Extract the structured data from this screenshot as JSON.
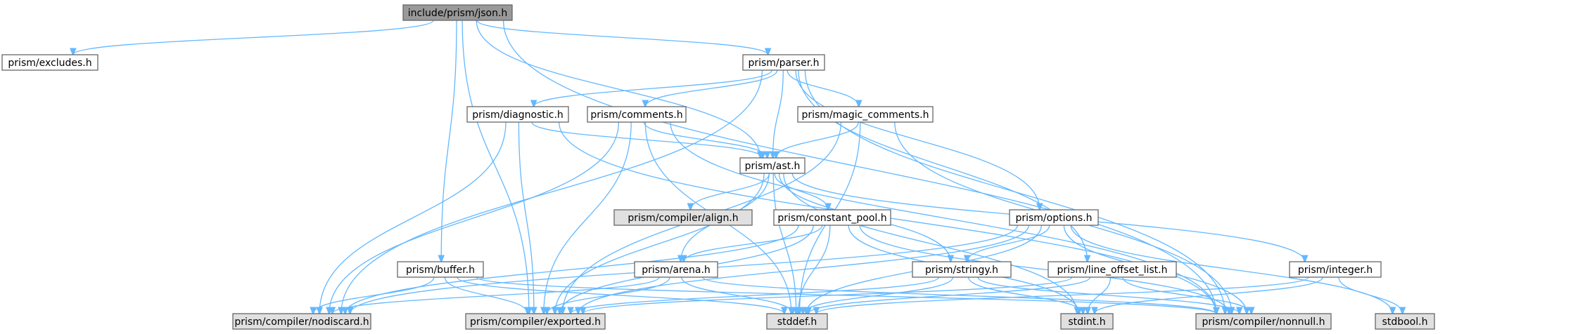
{
  "graph": {
    "kind": "include dependency graph",
    "colors": {
      "root_fill": "#999999",
      "local_fill": "#ffffff",
      "system_fill": "#e0e0e0",
      "border": "#666666",
      "edge": "#63b8ff"
    },
    "nodes": [
      {
        "id": "json",
        "label": "include/prism/json.h",
        "style": "root"
      },
      {
        "id": "excludes",
        "label": "prism/excludes.h",
        "style": "local"
      },
      {
        "id": "parser",
        "label": "prism/parser.h",
        "style": "local"
      },
      {
        "id": "diagnostic",
        "label": "prism/diagnostic.h",
        "style": "local"
      },
      {
        "id": "comments",
        "label": "prism/comments.h",
        "style": "local"
      },
      {
        "id": "magic",
        "label": "prism/magic_comments.h",
        "style": "local"
      },
      {
        "id": "ast",
        "label": "prism/ast.h",
        "style": "local"
      },
      {
        "id": "align",
        "label": "prism/compiler/align.h",
        "style": "system"
      },
      {
        "id": "cpool",
        "label": "prism/constant_pool.h",
        "style": "local"
      },
      {
        "id": "options",
        "label": "prism/options.h",
        "style": "local"
      },
      {
        "id": "buffer",
        "label": "prism/buffer.h",
        "style": "local"
      },
      {
        "id": "arena",
        "label": "prism/arena.h",
        "style": "local"
      },
      {
        "id": "stringy",
        "label": "prism/stringy.h",
        "style": "local"
      },
      {
        "id": "lol",
        "label": "prism/line_offset_list.h",
        "style": "local"
      },
      {
        "id": "integer",
        "label": "prism/integer.h",
        "style": "local"
      },
      {
        "id": "nodiscard",
        "label": "prism/compiler/nodiscard.h",
        "style": "system"
      },
      {
        "id": "exported",
        "label": "prism/compiler/exported.h",
        "style": "system"
      },
      {
        "id": "stddef",
        "label": "stddef.h",
        "style": "system"
      },
      {
        "id": "stdint",
        "label": "stdint.h",
        "style": "system"
      },
      {
        "id": "nonnull",
        "label": "prism/compiler/nonnull.h",
        "style": "system"
      },
      {
        "id": "stdbool",
        "label": "stdbool.h",
        "style": "system"
      }
    ],
    "edges": [
      {
        "from": "json",
        "to": "excludes"
      },
      {
        "from": "json",
        "to": "parser"
      },
      {
        "from": "json",
        "to": "ast"
      },
      {
        "from": "json",
        "to": "exported"
      },
      {
        "from": "json",
        "to": "buffer"
      },
      {
        "from": "json",
        "to": "nonnull"
      },
      {
        "from": "parser",
        "to": "diagnostic"
      },
      {
        "from": "parser",
        "to": "comments"
      },
      {
        "from": "parser",
        "to": "magic"
      },
      {
        "from": "parser",
        "to": "ast"
      },
      {
        "from": "parser",
        "to": "options"
      },
      {
        "from": "parser",
        "to": "lol"
      },
      {
        "from": "parser",
        "to": "nodiscard"
      },
      {
        "from": "parser",
        "to": "nonnull"
      },
      {
        "from": "diagnostic",
        "to": "ast"
      },
      {
        "from": "diagnostic",
        "to": "nodiscard"
      },
      {
        "from": "diagnostic",
        "to": "exported"
      },
      {
        "from": "diagnostic",
        "to": "nonnull"
      },
      {
        "from": "comments",
        "to": "ast"
      },
      {
        "from": "comments",
        "to": "nodiscard"
      },
      {
        "from": "comments",
        "to": "exported"
      },
      {
        "from": "comments",
        "to": "stddef"
      },
      {
        "from": "comments",
        "to": "nonnull"
      },
      {
        "from": "magic",
        "to": "ast"
      },
      {
        "from": "magic",
        "to": "exported"
      },
      {
        "from": "magic",
        "to": "stddef"
      },
      {
        "from": "magic",
        "to": "nonnull"
      },
      {
        "from": "ast",
        "to": "align"
      },
      {
        "from": "ast",
        "to": "cpool"
      },
      {
        "from": "ast",
        "to": "arena"
      },
      {
        "from": "ast",
        "to": "stringy"
      },
      {
        "from": "ast",
        "to": "integer"
      },
      {
        "from": "ast",
        "to": "exported"
      },
      {
        "from": "ast",
        "to": "stddef"
      },
      {
        "from": "ast",
        "to": "stdint"
      },
      {
        "from": "cpool",
        "to": "arena"
      },
      {
        "from": "cpool",
        "to": "nodiscard"
      },
      {
        "from": "cpool",
        "to": "exported"
      },
      {
        "from": "cpool",
        "to": "stddef"
      },
      {
        "from": "cpool",
        "to": "stdint"
      },
      {
        "from": "cpool",
        "to": "nonnull"
      },
      {
        "from": "options",
        "to": "stringy"
      },
      {
        "from": "options",
        "to": "nodiscard"
      },
      {
        "from": "options",
        "to": "exported"
      },
      {
        "from": "options",
        "to": "stddef"
      },
      {
        "from": "options",
        "to": "nonnull"
      },
      {
        "from": "options",
        "to": "stdbool"
      },
      {
        "from": "buffer",
        "to": "nodiscard"
      },
      {
        "from": "buffer",
        "to": "exported"
      },
      {
        "from": "buffer",
        "to": "stddef"
      },
      {
        "from": "buffer",
        "to": "nonnull"
      },
      {
        "from": "arena",
        "to": "nodiscard"
      },
      {
        "from": "arena",
        "to": "exported"
      },
      {
        "from": "arena",
        "to": "stddef"
      },
      {
        "from": "arena",
        "to": "nonnull"
      },
      {
        "from": "stringy",
        "to": "exported"
      },
      {
        "from": "stringy",
        "to": "stddef"
      },
      {
        "from": "stringy",
        "to": "stdint"
      },
      {
        "from": "stringy",
        "to": "nonnull"
      },
      {
        "from": "lol",
        "to": "exported"
      },
      {
        "from": "lol",
        "to": "stddef"
      },
      {
        "from": "lol",
        "to": "stdint"
      },
      {
        "from": "lol",
        "to": "nonnull"
      },
      {
        "from": "integer",
        "to": "stddef"
      },
      {
        "from": "integer",
        "to": "stdint"
      },
      {
        "from": "integer",
        "to": "stdbool"
      }
    ]
  }
}
